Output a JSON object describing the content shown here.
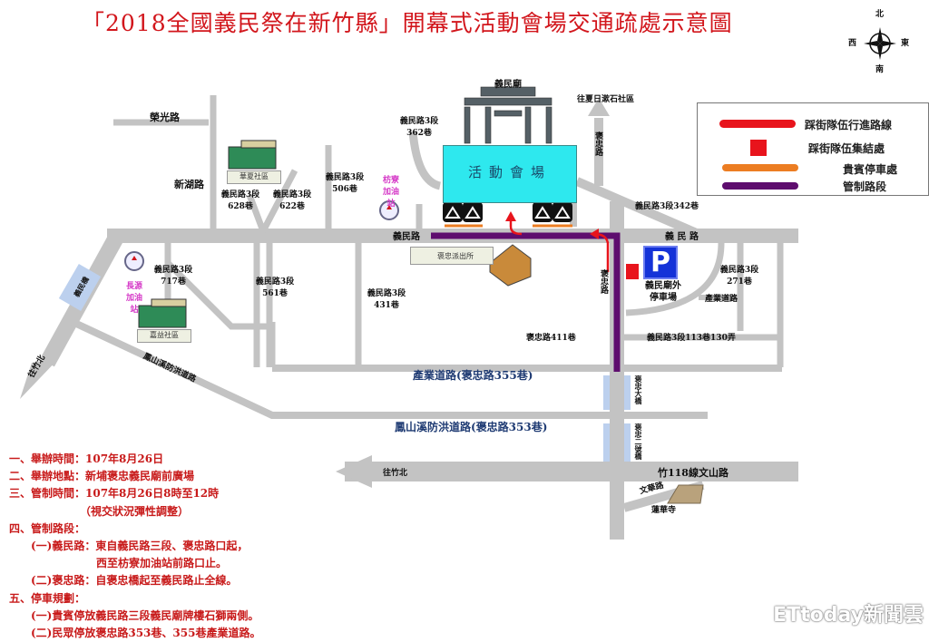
{
  "title": "「2018全國義民祭在新竹縣」開幕式活動會場交通疏處示意圖",
  "compass": {
    "north": "北",
    "south": "南",
    "east": "東",
    "west": "西"
  },
  "legend": [
    {
      "label": "踩街隊伍行進路線",
      "color": "#e8141c",
      "shape": "line"
    },
    {
      "label": "踩街隊伍集結處",
      "color": "#e8141c",
      "shape": "square"
    },
    {
      "label": "貴賓停車處",
      "color": "#ec7d22",
      "shape": "line"
    },
    {
      "label": "管制路段",
      "color": "#5e0d6e",
      "shape": "line"
    }
  ],
  "venue": {
    "temple": "義民廟",
    "name": "活動會場"
  },
  "roads": {
    "rongguang": "榮光路",
    "xinhu": "新湖路",
    "yimin_w": "義民路",
    "yimin_e": "義  民  路",
    "baozhong_n": "褒忠路",
    "baozhong_s": "褒忠路",
    "to_xiari": "往夏日漱石社區",
    "lane362": "義民路3段362巷",
    "lane506": "義民路3段506巷",
    "lane628": "義民路3段628巷",
    "lane622": "義民路3段622巷",
    "lane342": "義民路3段342巷",
    "lane717": "義民路3段717巷",
    "lane561": "義民路3段561巷",
    "lane431": "義民路3段431巷",
    "lane271": "義民路3段271巷",
    "industry_small": "產業道路",
    "bz411": "褒忠路411巷",
    "lane113": "義民路3段113巷130弄",
    "industry": "產業道路(褒忠路355巷)",
    "flood": "鳳山溪防洪道路(褒忠路353巷)",
    "flood_diag": "鳳山溪防洪道路",
    "to_zhubei_1": "往竹北",
    "to_zhubei_2": "往竹北",
    "wenshan": "竹118線文山路",
    "wenhua": "文華路",
    "bridge_yimin": "義民橋",
    "bridge_1": "褒忠大橋",
    "bridge_2": "褒忠二號橋"
  },
  "places": {
    "huaxia": "華夏社區",
    "jiayi": "嘉益社區",
    "fangliao_gas": "枋寮加油站",
    "changyuan_gas": "長源加油站",
    "police": "褒忠派出所",
    "parking": "義民廟外停車場",
    "parking_sign": "P",
    "lianhua": "蓮華寺"
  },
  "notes": [
    "一、舉辦時間：107年8月26日",
    "二、舉辦地點：新埔褒忠義民廟前廣場",
    "三、管制時間：107年8月26日8時至12時",
    "　　　　　　　（視交狀況彈性調整）",
    "四、管制路段：",
    "　　(一)義民路：東自義民路三段、褒忠路口起，",
    "　　　　　　　　西至枋寮加油站前路口止。",
    "　　(二)褒忠路：自褒忠橋起至義民路止全線。",
    "五、停車規劃：",
    "　　(一)貴賓停放義民路三段義民廟牌樓石獅兩側。",
    "　　(二)民眾停放褒忠路353巷、355巷產業道路。"
  ],
  "watermark": "ETtoday新聞雲"
}
